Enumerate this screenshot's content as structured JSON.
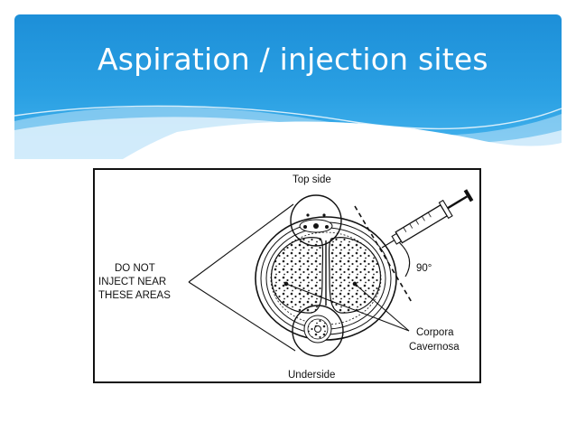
{
  "slide": {
    "title": "Aspiration / injection sites"
  },
  "diagram": {
    "top_label": "Top side",
    "bottom_label": "Underside",
    "warning_lines": [
      "DO NOT",
      "INJECT NEAR",
      "THESE AREAS"
    ],
    "angle_label": "90°",
    "structure_lines": [
      "Corpora",
      "Cavernosa"
    ]
  },
  "colors": {
    "header_blue": "#1d8fd8",
    "header_light": "#48b5ee",
    "line": "#111111"
  }
}
